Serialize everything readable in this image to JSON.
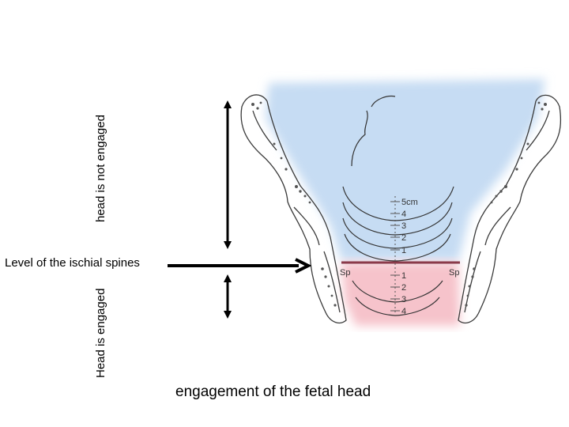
{
  "labels": {
    "not_engaged": "head is not engaged",
    "engaged": "Head is engaged",
    "spine_level": "Level of the ischial spines",
    "caption": "engagement of the fetal head"
  },
  "station_scale": {
    "above": [
      "5cm",
      "4",
      "3",
      "2",
      "1"
    ],
    "below": [
      "1",
      "2",
      "3",
      "4"
    ],
    "spine_marks": [
      "Sp",
      "Sp"
    ]
  },
  "colors": {
    "not_engaged_zone": "#c6dcf3",
    "engaged_zone": "#f6c3cb",
    "arrow": "#000000",
    "bone_outline": "#3a3a3a",
    "spine_line": "#8a3a4a"
  }
}
